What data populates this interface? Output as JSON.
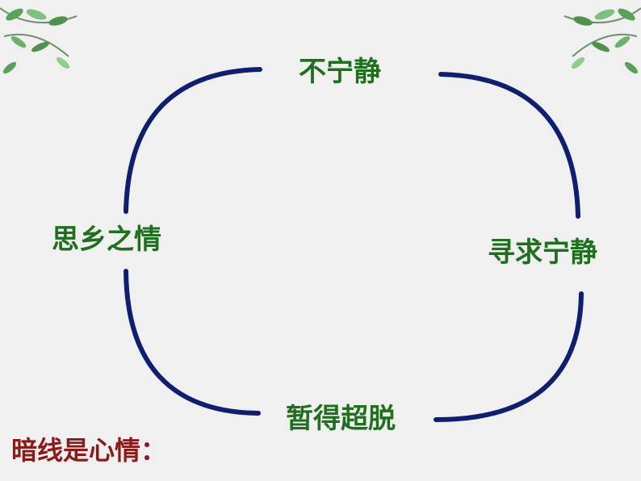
{
  "diagram": {
    "nodes": {
      "top": "不宁静",
      "right": "寻求宁静",
      "bottom": "暂得超脱",
      "left": "思乡之情"
    },
    "caption": "暗线是心情："
  },
  "colors": {
    "background": "#f0f0f0",
    "arc": "#0f1f6e",
    "node_text": "#1f6f1f",
    "caption_text": "#8b1a1a",
    "leaf": "#5aa25a"
  },
  "icons": {
    "top_left": "leaf-branch-decoration",
    "top_right": "leaf-branch-decoration"
  }
}
